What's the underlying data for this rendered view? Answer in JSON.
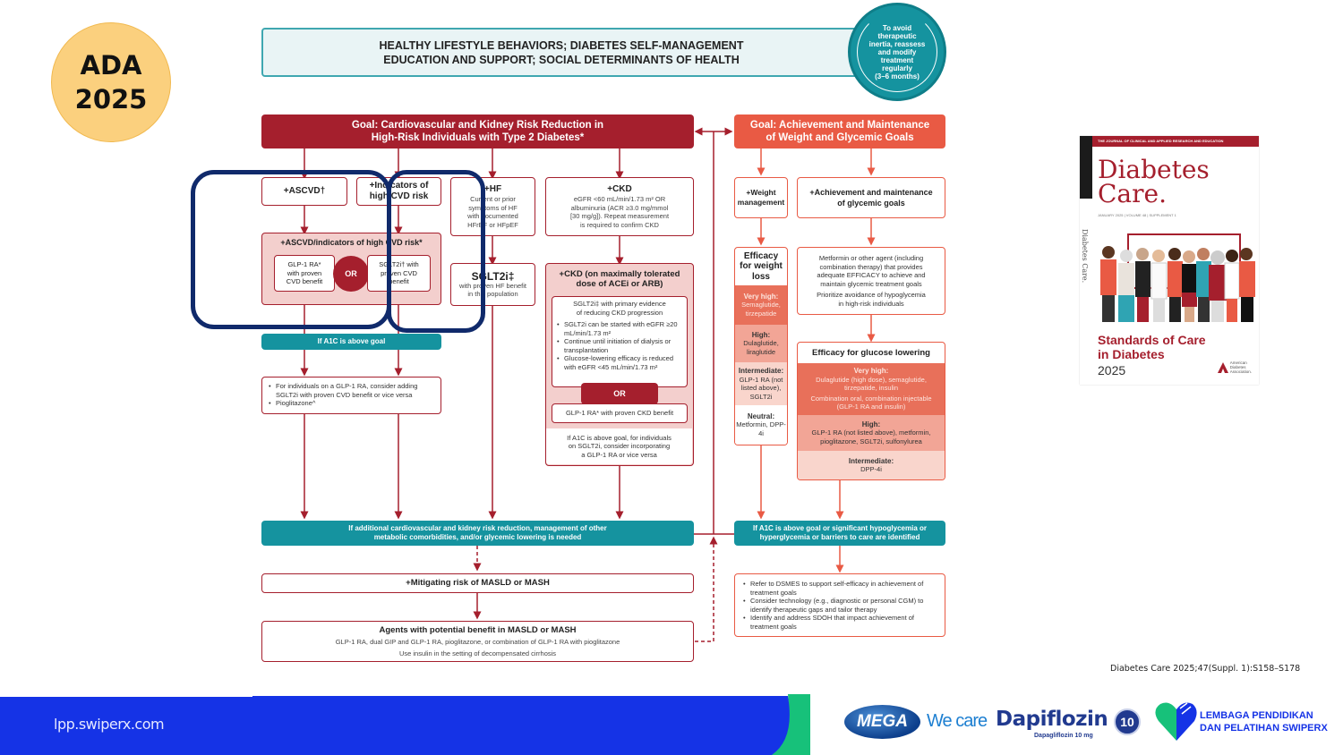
{
  "badge": {
    "line1": "ADA",
    "line2": "2025"
  },
  "lifestyle": {
    "line1": "HEALTHY LIFESTYLE BEHAVIORS; DIABETES SELF-MANAGEMENT",
    "line2": "EDUCATION AND SUPPORT; SOCIAL DETERMINANTS OF HEALTH"
  },
  "reassess": [
    "To avoid",
    "therapeutic",
    "inertia, reassess",
    "and modify",
    "treatment",
    "regularly",
    "(3–6 months)"
  ],
  "cardio": {
    "goal": [
      "Goal: Cardiovascular and Kidney Risk Reduction in",
      "High-Risk Individuals with Type 2 Diabetes*"
    ],
    "ascvd": "+ASCVD†",
    "indicators": [
      "+Indicators of",
      "high CVD risk"
    ],
    "hf": {
      "title": "+HF",
      "text": [
        "Current or prior",
        "symptoms of HF",
        "with documented",
        "HFrEF or HFpEF"
      ]
    },
    "ckd": {
      "title": "+CKD",
      "text": [
        "eGFR <60 mL/min/1.73 m² OR",
        "albuminuria (ACR ≥3.0 mg/mmol",
        "[30 mg/g]). Repeat measurement",
        "is required to confirm CKD"
      ]
    },
    "combined": {
      "title": "+ASCVD/indicators of high CVD risk*",
      "left": [
        "GLP-1 RA*",
        "with proven",
        "CVD benefit"
      ],
      "or": "OR",
      "right": [
        "SGLT2i† with",
        "proven CVD",
        "benefit"
      ]
    },
    "sglt2_hf": {
      "title": "SGLT2i‡",
      "text": [
        "with proven HF benefit",
        "in this population"
      ]
    },
    "ckd_max": {
      "title": [
        "+CKD (on maximally tolerated",
        "dose of ACEi or ARB)"
      ],
      "primary": [
        "SGLT2i‡ with primary evidence",
        "of reducing CKD progression"
      ],
      "bullets": [
        "SGLT2i can be started with eGFR ≥20 mL/min/1.73 m²",
        "Continue until initiation of dialysis or transplantation",
        "Glucose-lowering efficacy is reduced with eGFR <45 mL/min/1.73 m²"
      ],
      "or": "OR",
      "glp1": "GLP-1 RA* with proven CKD benefit",
      "followup": [
        "If A1C is above goal, for individuals",
        "on SGLT2i, consider incorporating",
        "a GLP-1 RA or vice versa"
      ]
    },
    "a1c_above": "If A1C is above goal",
    "followup_bullets": [
      "For individuals on a GLP-1 RA, consider adding SGLT2i with proven CVD benefit or vice versa",
      "Pioglitazone^"
    ],
    "additional": [
      "If additional cardiovascular and kidney risk reduction, management of other",
      "metabolic comorbidities, and/or glycemic lowering is needed"
    ],
    "masld": "+Mitigating risk of MASLD or MASH",
    "agents": {
      "title": "Agents with potential benefit in MASLD or MASH",
      "line1": "GLP-1 RA, dual GIP and GLP-1 RA, pioglitazone, or combination of GLP-1 RA with pioglitazone",
      "line2": "Use insulin in the setting of decompensated cirrhosis"
    }
  },
  "glycemic": {
    "goal": [
      "Goal: Achievement and Maintenance",
      "of Weight and Glycemic Goals"
    ],
    "weight": [
      "+Weight",
      "management"
    ],
    "achievement": [
      "+Achievement and maintenance",
      "of glycemic goals"
    ],
    "weight_eff": {
      "title": [
        "Efficacy",
        "for weight",
        "loss"
      ],
      "tiers": [
        {
          "label": "Very high:",
          "text": "Semaglutide, tirzepatide",
          "color": "#e8705a"
        },
        {
          "label": "High:",
          "text": "Dulaglutide, liraglutide",
          "color": "#f2a596"
        },
        {
          "label": "Intermediate:",
          "text": "GLP-1 RA (not listed above), SGLT2i",
          "color": "#f9d5cc"
        },
        {
          "label": "Neutral:",
          "text": "Metformin, DPP-4i",
          "color": "#ffffff"
        }
      ]
    },
    "metformin": {
      "line1": [
        "Metformin or other agent (including",
        "combination therapy) that provides",
        "adequate EFFICACY to achieve and",
        "maintain glycemic treatment goals"
      ],
      "line2": [
        "Prioritize avoidance of hypoglycemia",
        "in high-risk individuals"
      ]
    },
    "glucose_eff": {
      "title": "Efficacy for glucose lowering",
      "tiers": [
        {
          "label": "Very high:",
          "text": "Dulaglutide (high dose), semaglutide, tirzepatide, insulin",
          "text2": "Combination oral, combination injectable (GLP-1 RA and insulin)",
          "color": "#e8705a"
        },
        {
          "label": "High:",
          "text": "GLP-1 RA (not listed above), metformin, pioglitazone, SGLT2i, sulfonylurea",
          "color": "#f2a596"
        },
        {
          "label": "Intermediate:",
          "text": "DPP-4i",
          "color": "#f9d5cc"
        }
      ]
    },
    "a1c_above": [
      "If A1C is above goal or significant hypoglycemia or",
      "hyperglycemia or barriers to care are identified"
    ],
    "bullets": [
      "Refer to DSMES to support self-efficacy in achievement of treatment goals",
      "Consider technology (e.g., diagnostic or personal CGM) to identify therapeutic gaps and tailor therapy",
      "Identify and address SDOH that impact achievement of treatment goals"
    ]
  },
  "cover": {
    "band": "THE JOURNAL OF CLINICAL AND APPLIED RESEARCH AND EDUCATION",
    "title1": "Diabetes",
    "title2": "Care.",
    "meta": "JANUARY 2025 | VOLUME 48 | SUPPLEMENT 1",
    "side": "Diabetes Care.",
    "std1": "Standards of Care",
    "std2": "in Diabetes",
    "year": "2025",
    "ada": [
      "American",
      "Diabetes",
      "Association."
    ]
  },
  "citation": "Diabetes Care 2025;47(Suppl. 1):S158–S178",
  "footer": {
    "url": "lpp.swiperx.com",
    "mega": "MEGA",
    "wecare": "We care",
    "brand": "Dapiflozin",
    "brand_sub": "Dapagliflozin 10 mg",
    "dose": "10",
    "lpp": [
      "LEMBAGA PENDIDIKAN",
      "DAN PELATIHAN SWIPERX"
    ]
  },
  "colors": {
    "red": "#a51f2d",
    "orange": "#e95a44",
    "teal": "#15939f",
    "navy": "#102a6b",
    "footer_blue": "#1533e6",
    "footer_green": "#17c17a"
  }
}
